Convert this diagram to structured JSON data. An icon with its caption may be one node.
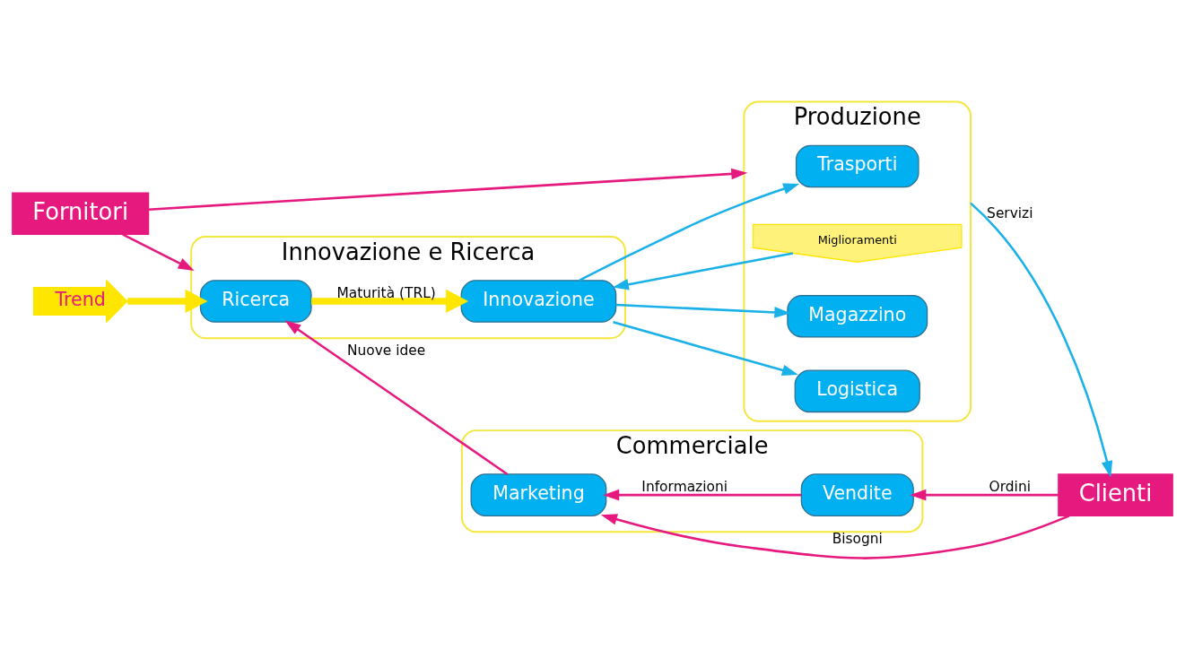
{
  "diagram": {
    "nodes": [
      {
        "text": [
          "Innovazione e Ricerca"
        ]
      },
      {
        "text": [
          "Ricerca"
        ],
        "in": 0
      },
      {
        "text": [
          "Innovazione"
        ],
        "in": 0
      },
      {
        "text": [
          "Produzione"
        ]
      },
      {
        "text": [
          "Trasporti"
        ],
        "in": 3
      },
      {
        "text": [
          "Magazzino"
        ],
        "in": 3
      },
      {
        "text": [
          "Logistica"
        ],
        "in": 3
      },
      {
        "text": [
          "Miglioramenti"
        ],
        "in": 3
      },
      {
        "text": [
          "Commerciale"
        ]
      },
      {
        "text": [
          "Marketing"
        ],
        "in": 8
      },
      {
        "text": [
          "Vendite"
        ],
        "in": 8
      },
      {
        "text": [
          "Clienti"
        ]
      },
      {
        "text": [
          "Fornitori"
        ]
      },
      {
        "text": [
          "Trend"
        ]
      }
    ],
    "edges": [
      {
        "from": 13,
        "to": 1,
        "arrow": "to",
        "style": "thick",
        "color": "#ffe600"
      },
      {
        "from": 9,
        "to": 1,
        "arrow": "to",
        "label": "Nuove idee"
      },
      {
        "from": 1,
        "to": 2,
        "arrow": "to",
        "label": "Maturità (TRL)",
        "style": "thick",
        "color": "#ffe600"
      },
      {
        "from": 2,
        "to": 4,
        "arrow": "to",
        "color": "#1ab0e8"
      },
      {
        "from": 2,
        "to": 5,
        "arrow": "to",
        "color": "#1ab0e8"
      },
      {
        "from": 2,
        "to": 6,
        "arrow": "to",
        "color": "#1ab0e8"
      },
      {
        "from": 7,
        "to": 2,
        "arrow": "to",
        "color": "#1ab0e8"
      },
      {
        "from": 11,
        "to": 9,
        "arrow": "to",
        "label": "Bisogni"
      },
      {
        "from": 10,
        "to": 9,
        "arrow": "to",
        "label": "Informazioni"
      },
      {
        "from": 11,
        "to": 10,
        "arrow": "to",
        "label": "Ordini"
      },
      {
        "from": 12,
        "to": 0,
        "arrow": "to"
      },
      {
        "from": 12,
        "to": 3,
        "arrow": "to"
      },
      {
        "from": 3,
        "to": 11,
        "arrow": "to",
        "label": "Servizi",
        "color": "#1ab0e8"
      }
    ]
  }
}
